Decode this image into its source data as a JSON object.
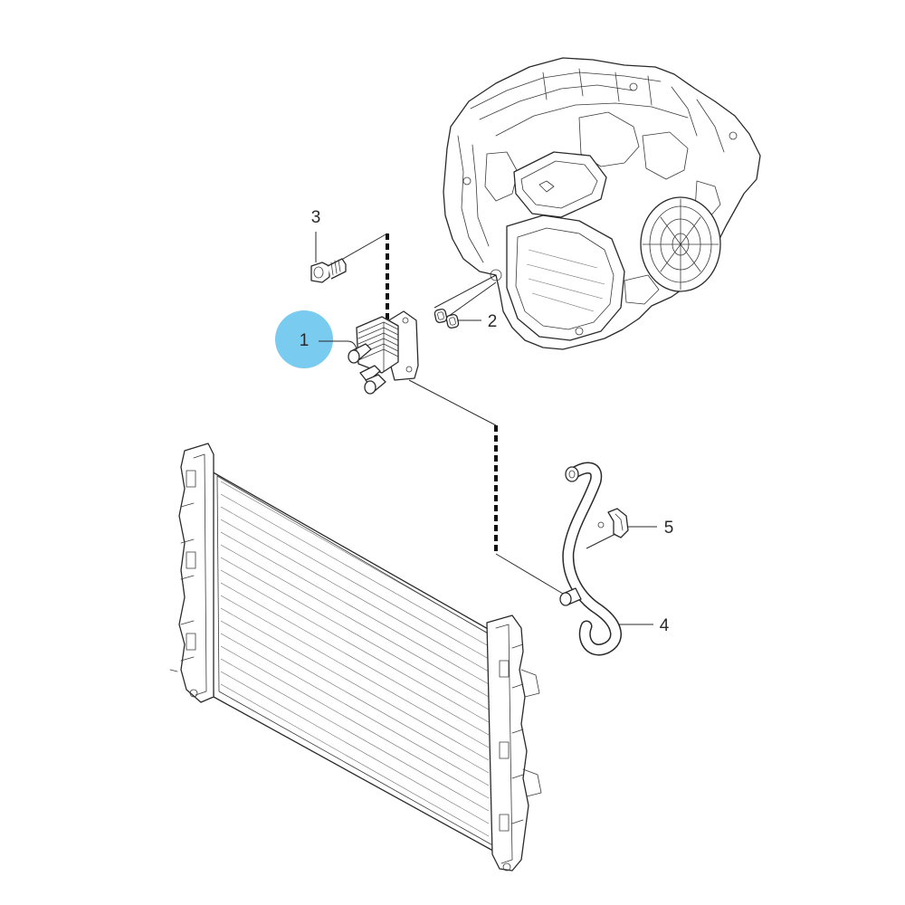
{
  "callouts": {
    "c1": {
      "label": "1",
      "highlight_color": "#79cbf0"
    },
    "c2": {
      "label": "2"
    },
    "c3": {
      "label": "3"
    },
    "c4": {
      "label": "4"
    },
    "c5": {
      "label": "5"
    }
  },
  "colors": {
    "line": "#2a2a2a",
    "highlight": "#79cbf0",
    "background": "#ffffff"
  }
}
